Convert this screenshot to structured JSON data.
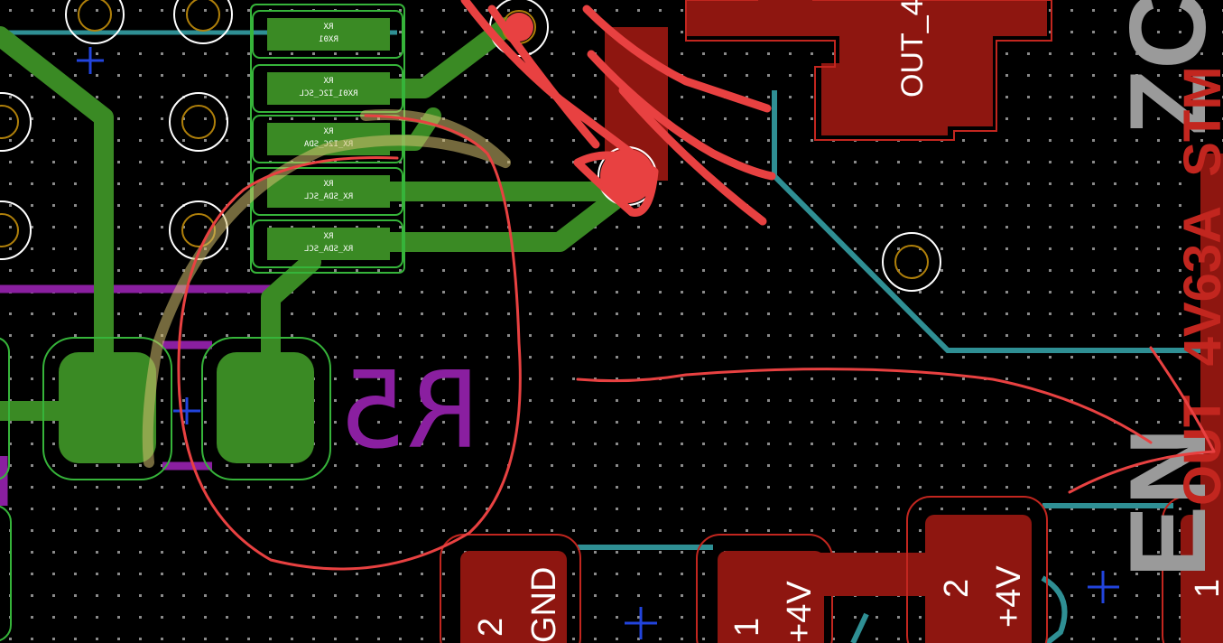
{
  "view": {
    "kind": "PCB layout editor canvas (zoomed)",
    "background": "#000000",
    "grid_color": "#8a8a8a"
  },
  "colors": {
    "bottom_copper": "#3a8a24",
    "bottom_copper_outline": "#36b43a",
    "top_copper": "#8e1610",
    "top_copper_outline": "#c2261f",
    "trace_teal": "#2f8f94",
    "silkscreen_purple": "#8a1fa0",
    "silkscreen_grey": "#9a9a9a",
    "via_ring": "#ffffff",
    "via_hole": "#b0800a",
    "annotation_red": "#e84141",
    "annotation_highlight": "#d4c070",
    "pad_label_white": "#ffffff"
  },
  "labels": {
    "designator": "R5",
    "out_label_top": "OUT_4",
    "silk_vertical_right": "OUT_4V63A_STM",
    "silk_vertical_edge": "ZC",
    "silk_vertical_lower": "EN"
  },
  "pads": {
    "gnd_pad": {
      "number": "2",
      "net": "GND"
    },
    "p4v_left_pad": {
      "number": "1",
      "net": "+4V"
    },
    "p4v_mid_pad": {
      "number": "2",
      "net": "+4V"
    },
    "right_edge_pad": {
      "number": "1"
    }
  },
  "ic_pins": [
    {
      "name": "ic-pin-1",
      "lines": [
        "RX",
        "RX01"
      ]
    },
    {
      "name": "ic-pin-2",
      "lines": [
        "RX",
        "RX01_I2C_SCL"
      ]
    },
    {
      "name": "ic-pin-3",
      "lines": [
        "RX",
        "RX_I2C_SDA"
      ]
    },
    {
      "name": "ic-pin-4",
      "lines": [
        "RX",
        "RX_SDA_SCL"
      ]
    },
    {
      "name": "ic-pin-5",
      "lines": [
        "RX",
        "RX_SDA_SCL"
      ]
    }
  ]
}
